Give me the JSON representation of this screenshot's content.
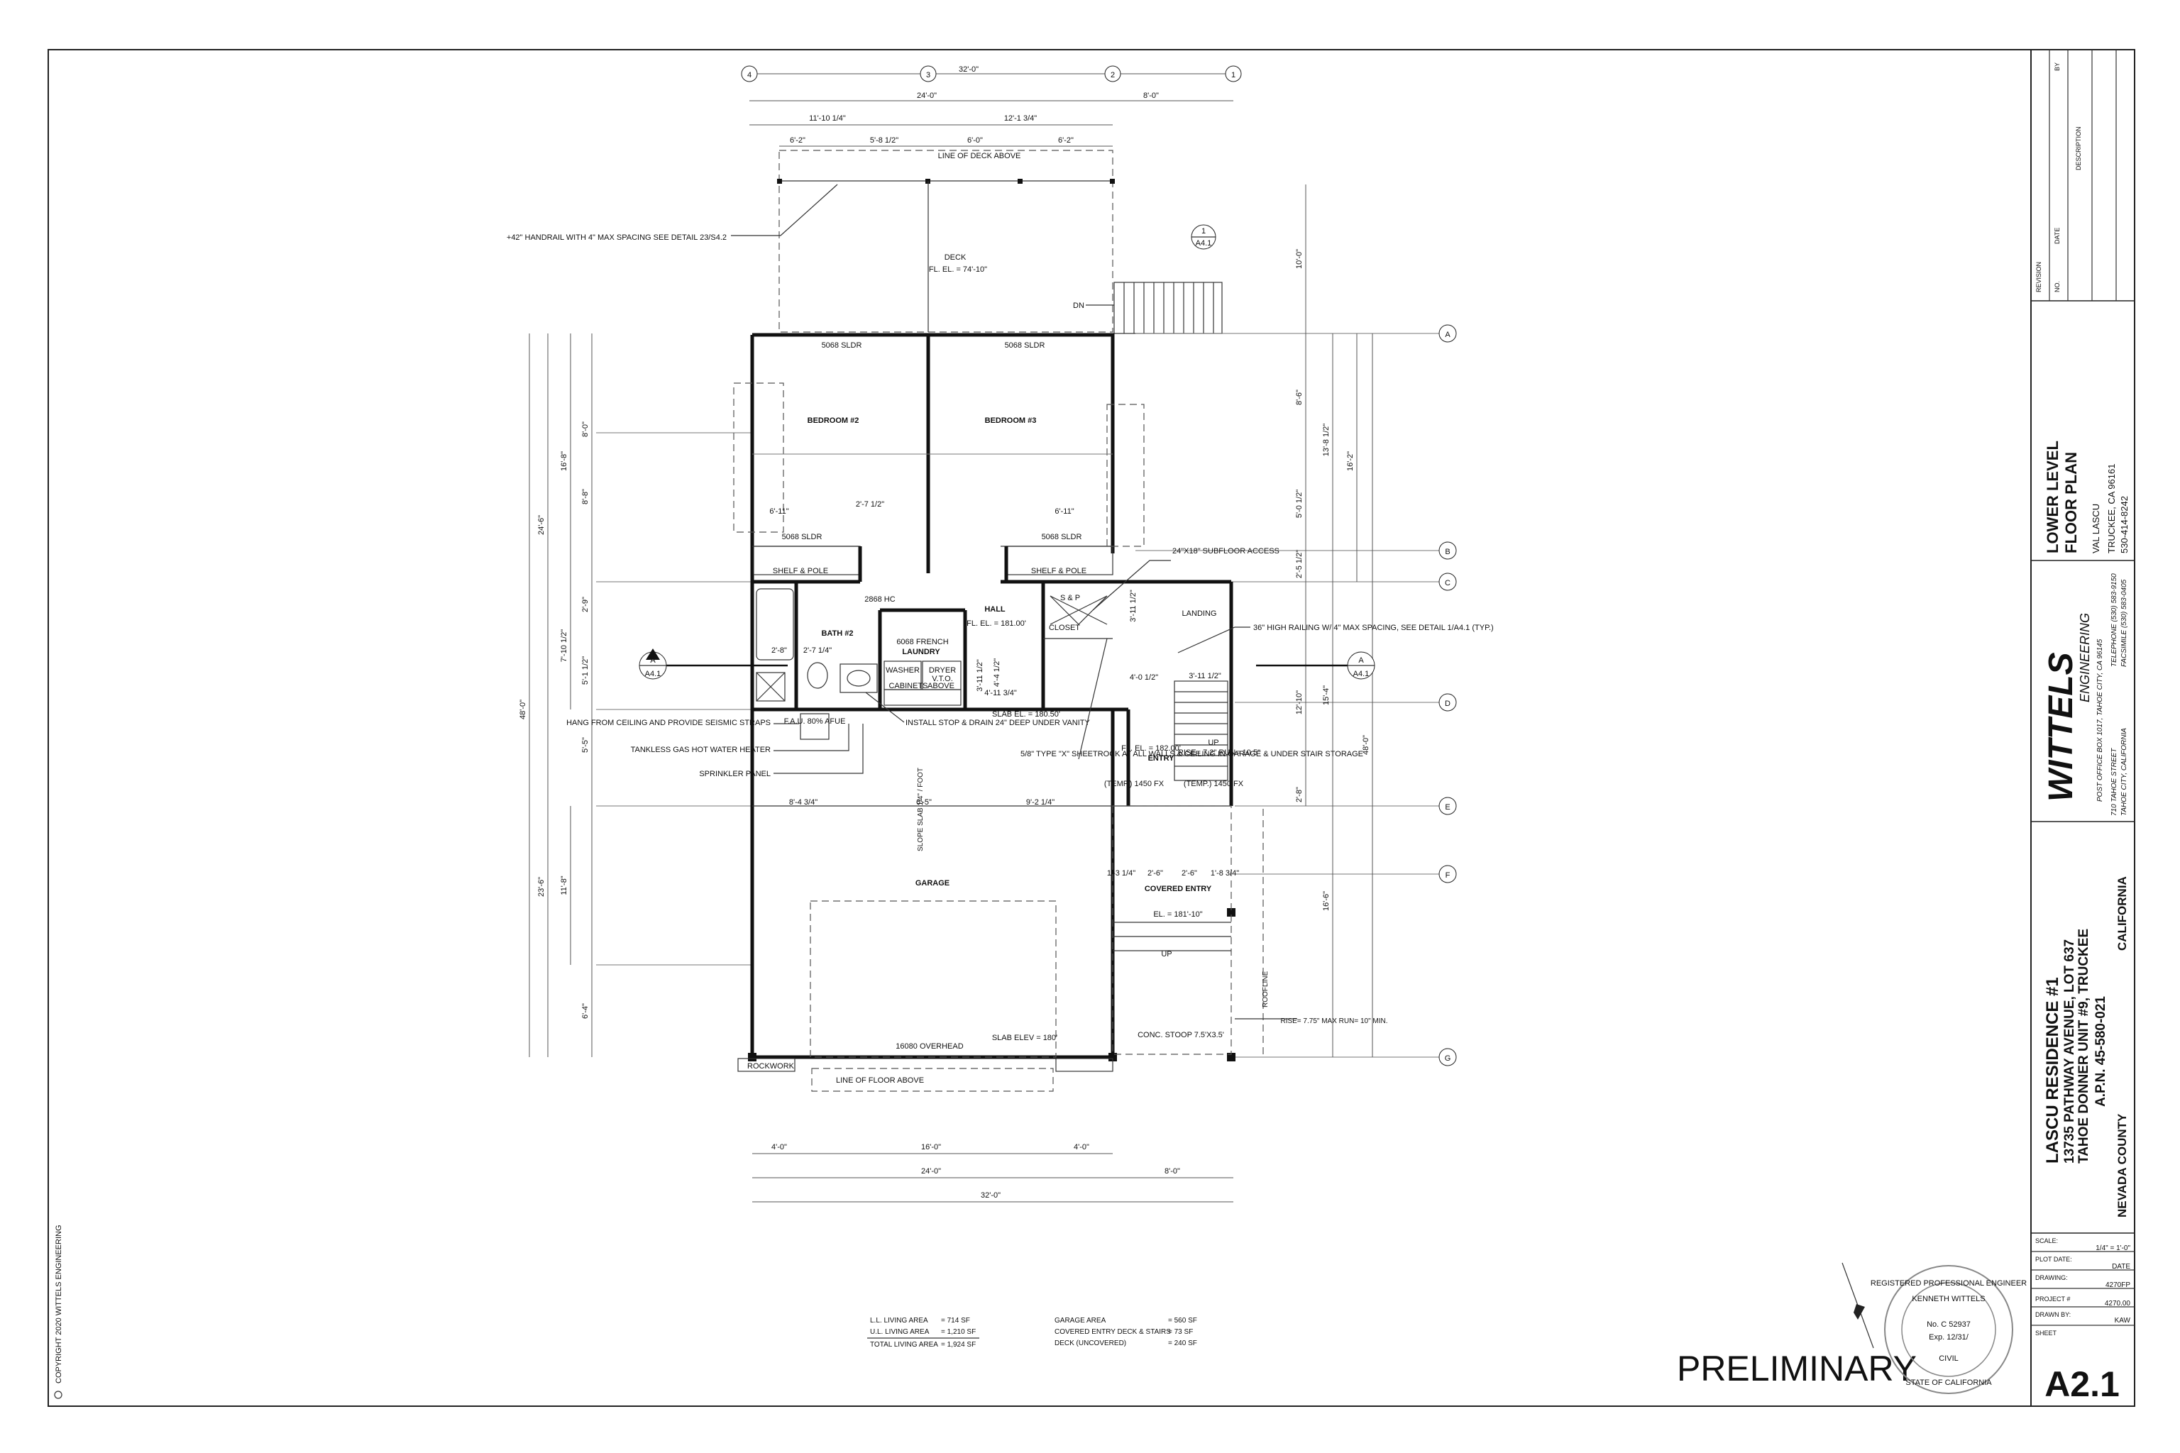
{
  "grid_numbers": [
    "4",
    "3",
    "2",
    "1"
  ],
  "grid_letters": [
    "A",
    "B",
    "C",
    "D",
    "E",
    "F",
    "G"
  ],
  "dims_top": {
    "overall": "32'-0\"",
    "left": "24'-0\"",
    "right": "8'-0\"",
    "seg_a": "11'-10 1/4\"",
    "seg_b": "12'-1 3/4\"",
    "sub_1": "6'-2\"",
    "sub_2": "5'-8 1/2\"",
    "sub_3": "6'-0\"",
    "sub_4": "6'-2\""
  },
  "dims_bottom": {
    "a": "4'-0\"",
    "b": "16'-0\"",
    "c": "4'-0\"",
    "left": "24'-0\"",
    "right": "8'-0\"",
    "overall": "32'-0\""
  },
  "dims_left": {
    "total": "48'-0\"",
    "upper": "24'-6\"",
    "lower": "23'-6\"",
    "m1": "16'-8\"",
    "m2": "7'-10 1/2\"",
    "m3": "11'-8\"",
    "d1": "8'-0\"",
    "d2": "8'-8\"",
    "d3": "2'-9\"",
    "d4": "5'-1 1/2\"",
    "d5": "5'-5\"",
    "d6": "6'-4\""
  },
  "dims_right": {
    "total": "48'-0\"",
    "r1": "10'-0\"",
    "r2": "8'-6\"",
    "r3": "13'-8 1/2\"",
    "r4": "16'-2\"",
    "r5": "5'-0 1/2\"",
    "r6": "2'-5 1/2\"",
    "r7": "12'-10\"",
    "r8": "15'-4\"",
    "r9": "2'-8\"",
    "r10": "16'-6\""
  },
  "rooms": {
    "deck": "DECK",
    "deck_el": "FL. EL. = 74'-10\"",
    "bedroom2": "BEDROOM #2",
    "bedroom3": "BEDROOM #3",
    "hall": "HALL",
    "hall_el": "FL. EL. = 181.00'",
    "bath2": "BATH #2",
    "laundry": "LAUNDRY",
    "entry": "ENTRY",
    "entry_el": "FL. EL. = 182.00'",
    "garage": "GARAGE",
    "covered_entry": "COVERED ENTRY",
    "covered_el": "EL. = 181'-10\"",
    "closet": "CLOSET",
    "landing": "LANDING"
  },
  "labels": {
    "line_deck_above": "LINE OF DECK ABOVE",
    "sldr": "5068 SLDR",
    "sldr_b": "5068 SLDR",
    "shelf_pole": "SHELF & POLE",
    "door_2868": "2868 HC",
    "french": "6068 FRENCH",
    "washer": "WASHER",
    "dryer": "DRYER",
    "vto": "V.T.O.",
    "cabinets": "CABINETS",
    "above": "ABOVE",
    "slab_el": "SLAB EL. = 180.50'",
    "slab_elev": "SLAB ELEV = 180'",
    "overhead": "16080 OVERHEAD",
    "rockwork": "ROCKWORK",
    "floor_above": "LINE OF FLOOR ABOVE",
    "slope_slab": "SLOPE SLAB 1/4\" / FOOT",
    "conc_stoop": "CONC. STOOP 7.5'X3.5'",
    "roofline": "ROOFLINE",
    "handrail": "+42\" HANDRAIL WITH 4\" MAX SPACING SEE DETAIL 23/S4.2",
    "subfloor": "24\"X18\" SUBFLOOR ACCESS",
    "railing36": "36\" HIGH RAILING W/ 4\" MAX SPACING, SEE DETAIL 1/A4.1 (TYP.)",
    "hang_ceiling": "HANG FROM CEILING AND PROVIDE SEISMIC STRAPS",
    "tankless": "TANKLESS GAS HOT WATER HEATER",
    "sprinkler": "SPRINKLER PANEL",
    "install_stop": "INSTALL STOP & DRAIN 24\" DEEP UNDER VANITY",
    "sheetrock": "5/8\" TYPE \"X\" SHEETROCK AT ALL WALLS & CEILING IN GARAGE & UNDER STAIR STORAGE",
    "fau": "F.A.U. 80% AFUE",
    "rise_stair": "RISE= 7.2\" RUN= 10.5\"",
    "rise_max": "RISE= 7.75\" MAX RUN= 10\" MIN.",
    "up": "UP",
    "dn": "DN",
    "sp": "S & P",
    "temp": "(TEMP.) 1450 FX",
    "dim_611": "6'-11\"",
    "dim_271": "2'-7 1/2\"",
    "dim_28": "2'-8\"",
    "dim_274": "2'-7 1/4\"",
    "dim_3111": "3'-11 1/2\"",
    "dim_441": "4'-4 1/2\"",
    "dim_3112": "3'-11 1/2\"",
    "dim_4113": "4'-11 3/4\"",
    "dim_401": "4'-0 1/2\"",
    "dim_3112b": "3'-11 1/2\"",
    "dim_843": "8'-4 3/4\"",
    "dim_65": "6'-5\"",
    "dim_921": "9'-2 1/4\"",
    "dim_131": "1'-3 1/4\"",
    "dim_26a": "2'-6\"",
    "dim_26b": "2'-6\"",
    "dim_183": "1'-8 3/4\""
  },
  "section_marks": {
    "a": "A",
    "sheet": "A4.1",
    "detail_num": "1"
  },
  "areas": {
    "ll_living": "L.L. LIVING AREA",
    "ll_living_v": "= 714 SF",
    "ul_living": "U.L. LIVING AREA",
    "ul_living_v": "= 1,210 SF",
    "total_living": "TOTAL LIVING AREA",
    "total_living_v": "= 1,924 SF",
    "garage_area": "GARAGE AREA",
    "garage_area_v": "= 560 SF",
    "covered_area": "COVERED ENTRY DECK & STAIRS",
    "covered_area_v": "= 73 SF",
    "deck_area": "DECK (UNCOVERED)",
    "deck_area_v": "= 240 SF"
  },
  "preliminary": "PRELIMINARY",
  "copyright": "COPYRIGHT 2020 WITTELS ENGINEERING",
  "title_block": {
    "revision": "REVISION",
    "no": "NO.",
    "date": "DATE",
    "description": "DESCRIPTION",
    "by": "BY",
    "sheet_title_1": "LOWER LEVEL",
    "sheet_title_2": "FLOOR PLAN",
    "owner": "VAL LASCU",
    "owner_city": "TRUCKEE, CA 96161",
    "owner_phone": "530-414-8242",
    "firm": "WITTELS",
    "firm_sub": "ENGINEERING",
    "firm_addr1": "POST OFFICE BOX 1017, TAHOE CITY, CA 96145",
    "firm_addr2": "710 TAHOE STREET",
    "firm_addr3": "TAHOE CITY, CALIFORNIA",
    "firm_tel": "TELEPHONE (530) 583-9150",
    "firm_fax": "FACSIMILE (530) 583-0405",
    "project_1": "LASCU RESIDENCE #1",
    "project_2": "13735 PATHWAY AVENUE, LOT 637",
    "project_3": "TAHOE DONNER UNIT #9, TRUCKEE",
    "project_4": "A.P.N. 45-580-021",
    "county": "NEVADA COUNTY",
    "state": "CALIFORNIA",
    "scale_l": "SCALE:",
    "scale_v": "1/4\" = 1'-0\"",
    "plot_l": "PLOT DATE:",
    "plot_v": "DATE",
    "drawing_l": "DRAWING:",
    "drawing_v": "4270FP",
    "project_l": "PROJECT #",
    "project_v": "4270.00",
    "drawn_l": "DRAWN BY:",
    "drawn_v": "KAW",
    "sheet_l": "SHEET",
    "sheet_v": "A2.1"
  },
  "stamp": {
    "outer": "REGISTERED PROFESSIONAL ENGINEER",
    "name": "KENNETH WITTELS",
    "no": "No. C 52937",
    "exp": "Exp. 12/31/",
    "civil": "CIVIL",
    "state": "STATE OF CALIFORNIA"
  }
}
